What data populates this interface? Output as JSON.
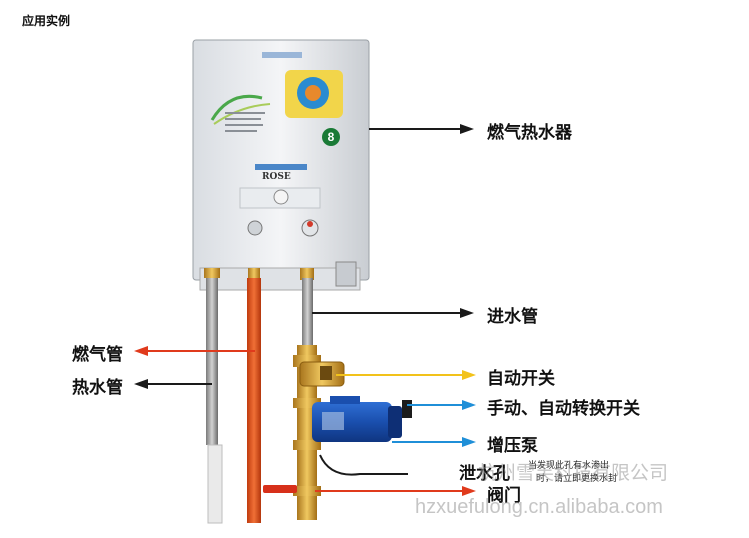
{
  "title": "应用实例",
  "labels": {
    "heater": "燃气热水器",
    "inlet_pipe": "进水管",
    "gas_pipe": "燃气管",
    "hot_pipe": "热水管",
    "auto_switch": "自动开关",
    "manual_switch": "手动、自动转换开关",
    "pump": "增压泵",
    "drain": "泄水孔",
    "valve": "阀门"
  },
  "drain_note": [
    "当发现此孔有水渗出",
    "时，请立即更换水封"
  ],
  "heater_brand": "ROSE",
  "heater_badge": "8",
  "watermark": {
    "company": "杭州雪芙科技有限公司",
    "url": "hzxuefulong.cn.alibaba.com"
  },
  "colors": {
    "arrow_black": "#1a1a1a",
    "arrow_red": "#e03a1c",
    "arrow_yellow": "#f2c21a",
    "arrow_blue": "#1f8fd8",
    "pump_blue": "#1a56b8",
    "hose_orange": "#e8541a"
  }
}
